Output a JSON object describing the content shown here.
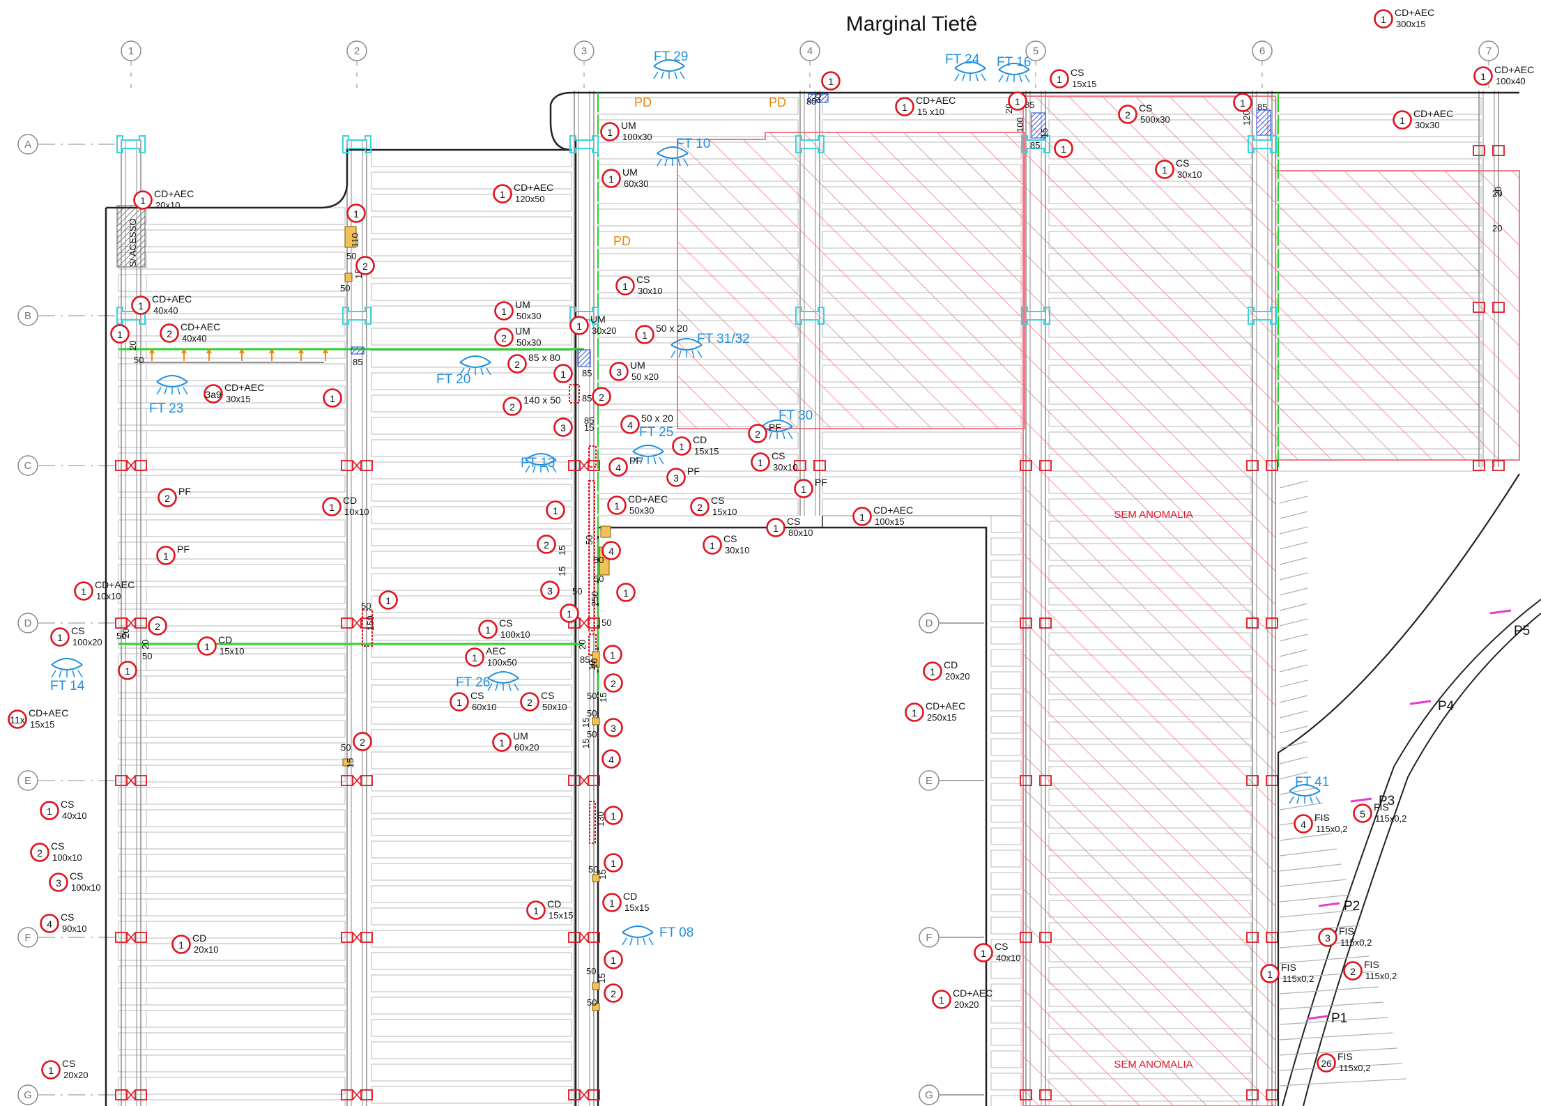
{
  "title": "Marginal Tietê",
  "colors": {
    "marker": "#e0121f",
    "orange": "#f08a12",
    "magenta": "#e83ad0",
    "blue": "#1d3fd8",
    "cyan": "#36d6e0",
    "green": "#2ed12e",
    "hatch": "#f07a8a",
    "ft": "#1f8fe0",
    "beam": "#9a9a9a"
  },
  "column_axes": [
    "1",
    "2",
    "3",
    "4",
    "5",
    "6",
    "7"
  ],
  "row_axes": [
    "A",
    "B",
    "C",
    "D",
    "E",
    "F",
    "G"
  ],
  "row_axes_right": [
    "D",
    "E",
    "F",
    "G"
  ],
  "no_anomaly_label": "SEM ANOMALIA",
  "access_label": "S/ ACESSO",
  "pd_label": "PD",
  "pier_labels": [
    "P1",
    "P2",
    "P3",
    "P4",
    "P5"
  ],
  "ft_labels": [
    "FT 29",
    "FT 24",
    "FT 16",
    "FT 10",
    "FT 31/32",
    "FT 20",
    "FT 23",
    "FT 25",
    "FT 30",
    "FT 13",
    "FT 14",
    "FT 26",
    "FT 08",
    "FT 41"
  ],
  "markers": [
    {
      "n": "1",
      "lines": [
        "CD+AEC",
        "300x15"
      ]
    },
    {
      "n": "1",
      "lines": [
        "CD+AEC",
        "100x40"
      ]
    },
    {
      "n": "1",
      "lines": []
    },
    {
      "n": "1",
      "lines": [
        "CS",
        "15x15"
      ]
    },
    {
      "n": "1",
      "lines": [
        "CD+AEC",
        "15 x10"
      ]
    },
    {
      "n": "1",
      "lines": []
    },
    {
      "n": "2",
      "lines": [
        "CS",
        "500x30"
      ]
    },
    {
      "n": "1",
      "lines": []
    },
    {
      "n": "1",
      "lines": [
        "CD+AEC",
        "30x30"
      ]
    },
    {
      "n": "1",
      "lines": [
        "UM",
        "100x30"
      ]
    },
    {
      "n": "1",
      "lines": []
    },
    {
      "n": "1",
      "lines": [
        "UM",
        "60x30"
      ]
    },
    {
      "n": "1",
      "lines": [
        "CS",
        "30x10"
      ]
    },
    {
      "n": "1",
      "lines": [
        "CD+AEC",
        "20x10"
      ]
    },
    {
      "n": "1",
      "lines": [
        "CD+AEC",
        "120x50"
      ]
    },
    {
      "n": "1",
      "lines": []
    },
    {
      "n": "2",
      "lines": []
    },
    {
      "n": "1",
      "lines": [
        "CS",
        "30x10"
      ]
    },
    {
      "n": "1",
      "lines": [
        "CD+AEC",
        "40x40"
      ]
    },
    {
      "n": "1",
      "lines": []
    },
    {
      "n": "2",
      "lines": [
        "CD+AEC",
        "40x40"
      ]
    },
    {
      "n": "1",
      "lines": [
        "UM",
        "50x30"
      ]
    },
    {
      "n": "2",
      "lines": [
        "UM",
        "50x30"
      ]
    },
    {
      "n": "1",
      "lines": [
        "UM",
        "30x20"
      ]
    },
    {
      "n": "1",
      "lines": [
        "50 x 20"
      ]
    },
    {
      "n": "2",
      "lines": [
        "85 x 80"
      ]
    },
    {
      "n": "1",
      "lines": []
    },
    {
      "n": "3",
      "lines": [
        "UM",
        "50 x20"
      ]
    },
    {
      "n": "3a9",
      "lines": [
        "CD+AEC",
        "30x15"
      ]
    },
    {
      "n": "1",
      "lines": []
    },
    {
      "n": "2",
      "lines": [
        "140 x 50"
      ]
    },
    {
      "n": "2",
      "lines": []
    },
    {
      "n": "3",
      "lines": []
    },
    {
      "n": "4",
      "lines": [
        "50 x 20"
      ]
    },
    {
      "n": "1",
      "lines": [
        "CD",
        "15x15"
      ]
    },
    {
      "n": "2",
      "lines": [
        "PF"
      ]
    },
    {
      "n": "1",
      "lines": [
        "CS",
        "30x10"
      ]
    },
    {
      "n": "4",
      "lines": [
        "PF"
      ]
    },
    {
      "n": "3",
      "lines": [
        "PF"
      ]
    },
    {
      "n": "1",
      "lines": [
        "PF"
      ]
    },
    {
      "n": "2",
      "lines": [
        "PF"
      ]
    },
    {
      "n": "1",
      "lines": [
        "CD",
        "10x10"
      ]
    },
    {
      "n": "1",
      "lines": []
    },
    {
      "n": "1",
      "lines": [
        "CD+AEC",
        "50x30"
      ]
    },
    {
      "n": "2",
      "lines": [
        "CS",
        "15x10"
      ]
    },
    {
      "n": "1",
      "lines": [
        "CS",
        "80x10"
      ]
    },
    {
      "n": "1",
      "lines": [
        "CD+AEC",
        "100x15"
      ]
    },
    {
      "n": "2",
      "lines": []
    },
    {
      "n": "1",
      "lines": [
        "CS",
        "30x10"
      ]
    },
    {
      "n": "4",
      "lines": []
    },
    {
      "n": "1",
      "lines": [
        "PF"
      ]
    },
    {
      "n": "3",
      "lines": []
    },
    {
      "n": "1",
      "lines": []
    },
    {
      "n": "1",
      "lines": [
        "CD+AEC",
        "10x10"
      ]
    },
    {
      "n": "1",
      "lines": []
    },
    {
      "n": "1",
      "lines": []
    },
    {
      "n": "2",
      "lines": []
    },
    {
      "n": "1",
      "lines": [
        "CS",
        "100x20"
      ]
    },
    {
      "n": "1",
      "lines": [
        "CD",
        "15x10"
      ]
    },
    {
      "n": "1",
      "lines": [
        "CS",
        "100x10"
      ]
    },
    {
      "n": "1",
      "lines": []
    },
    {
      "n": "1",
      "lines": [
        "AEC",
        "100x50"
      ]
    },
    {
      "n": "2",
      "lines": []
    },
    {
      "n": "1",
      "lines": []
    },
    {
      "n": "11x",
      "lines": [
        "CD+AEC",
        "15x15"
      ]
    },
    {
      "n": "1",
      "lines": [
        "CS",
        "60x10"
      ]
    },
    {
      "n": "2",
      "lines": [
        "CS",
        "50x10"
      ]
    },
    {
      "n": "3",
      "lines": []
    },
    {
      "n": "2",
      "lines": []
    },
    {
      "n": "1",
      "lines": [
        "UM",
        "60x20"
      ]
    },
    {
      "n": "4",
      "lines": []
    },
    {
      "n": "1",
      "lines": [
        "CD",
        "20x20"
      ]
    },
    {
      "n": "1",
      "lines": [
        "CD+AEC",
        "250x15"
      ]
    },
    {
      "n": "1",
      "lines": [
        "CS",
        "40x10"
      ]
    },
    {
      "n": "1",
      "lines": []
    },
    {
      "n": "2",
      "lines": [
        "CS",
        "100x10"
      ]
    },
    {
      "n": "3",
      "lines": [
        "CS",
        "100x10"
      ]
    },
    {
      "n": "1",
      "lines": []
    },
    {
      "n": "4",
      "lines": [
        "CS",
        "90x10"
      ]
    },
    {
      "n": "1",
      "lines": [
        "CD",
        "15x15"
      ]
    },
    {
      "n": "1",
      "lines": [
        "CD",
        "15x15"
      ]
    },
    {
      "n": "1",
      "lines": [
        "CD",
        "20x10"
      ]
    },
    {
      "n": "1",
      "lines": []
    },
    {
      "n": "2",
      "lines": []
    },
    {
      "n": "1",
      "lines": [
        "CS",
        "40x10"
      ]
    },
    {
      "n": "1",
      "lines": [
        "CD+AEC",
        "20x20"
      ]
    },
    {
      "n": "1",
      "lines": [
        "CS",
        "20x20"
      ]
    },
    {
      "n": "4",
      "lines": [
        "FIS",
        "115x0,2"
      ]
    },
    {
      "n": "5",
      "lines": [
        "FIS",
        "115x0,2"
      ]
    },
    {
      "n": "3",
      "lines": [
        "FIS",
        "115x0,2"
      ]
    },
    {
      "n": "1",
      "lines": [
        "FIS",
        "115x0,2"
      ]
    },
    {
      "n": "2",
      "lines": [
        "FIS",
        "115x0,2"
      ]
    },
    {
      "n": "26",
      "lines": [
        "FIS",
        "115x0,2"
      ]
    }
  ],
  "dims": [
    "85",
    "40",
    "85",
    "100",
    "15",
    "85",
    "120",
    "85",
    "110",
    "50",
    "15",
    "50",
    "20",
    "50",
    "85",
    "85",
    "85",
    "85",
    "15",
    "50",
    "50",
    "15",
    "50",
    "15",
    "50",
    "250",
    "50",
    "20",
    "50",
    "20",
    "50",
    "150",
    "50",
    "20",
    "85",
    "10",
    "50",
    "15",
    "50",
    "15",
    "50",
    "15",
    "130",
    "50",
    "15",
    "50",
    "15",
    "15",
    "50",
    "50",
    "10",
    "20",
    "20",
    "20",
    "20"
  ]
}
